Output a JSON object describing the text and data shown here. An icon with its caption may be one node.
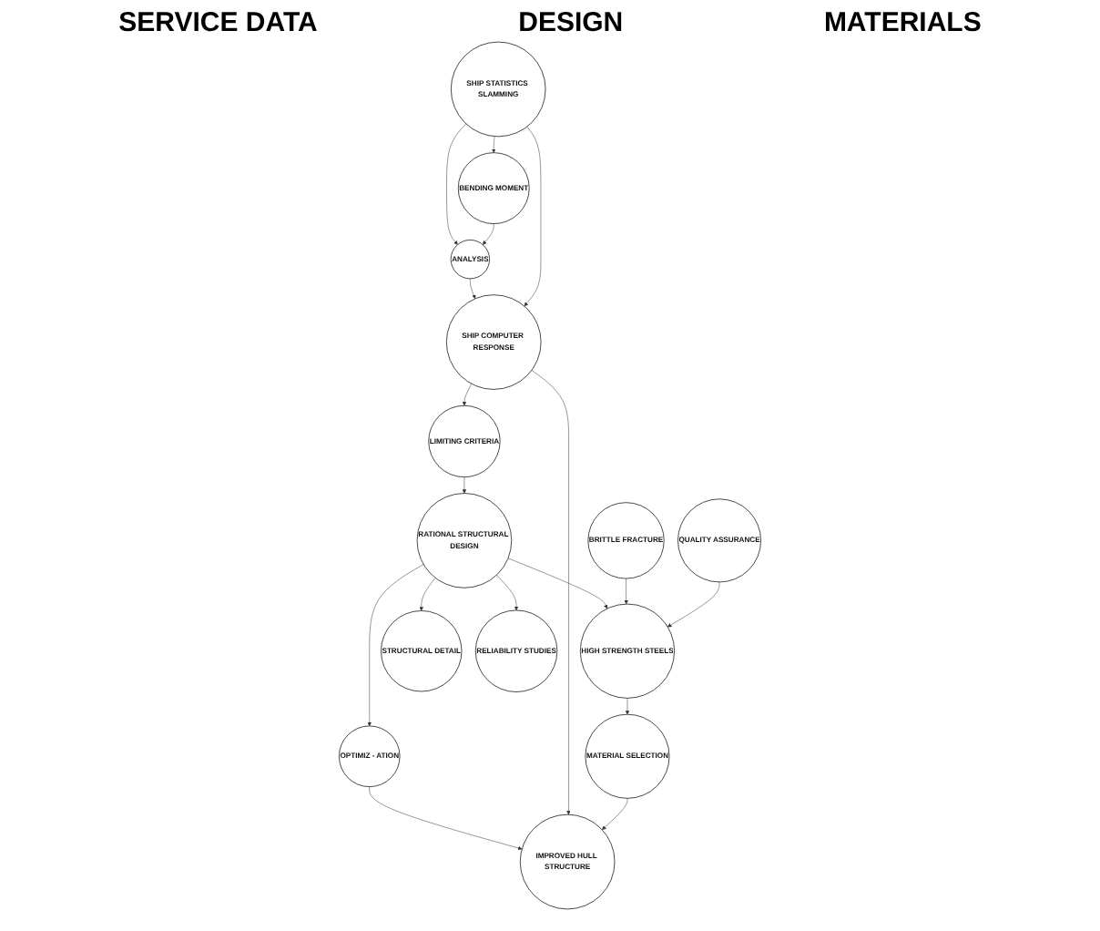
{
  "diagram": {
    "nodes": [
      {
        "text": [
          "SHIP STATISTICS SLAMMING"
        ]
      },
      {
        "text": [
          "BENDING MOMENT"
        ]
      },
      {
        "text": [
          "RATIONAL STRUCTURAL DESIGN"
        ]
      },
      {
        "text": [
          "HIGH STRENGTH STEELS"
        ]
      },
      {
        "text": [
          "BRITTLE FRACTURE"
        ]
      },
      {
        "text": [
          "ANALYSIS"
        ]
      },
      {
        "text": [
          "STRUCTURAL DETAIL"
        ]
      },
      {
        "text": [
          "QUALITY ASSURANCE"
        ]
      },
      {
        "text": [
          "LIMITING CRITERIA"
        ]
      },
      {
        "text": [
          "RELIABILITY STUDIES"
        ]
      },
      {
        "text": [
          "SHIP COMPUTER RESPONSE"
        ]
      },
      {
        "text": [
          "OPTIMIZ - ATION"
        ]
      },
      {
        "text": [
          "MATERIAL SELECTION"
        ]
      },
      {
        "text": [
          "IMPROVED HULL STRUCTURE"
        ]
      }
    ],
    "edges": [
      {
        "from": 0,
        "to": 1,
        "arrow": "to"
      },
      {
        "from": 0,
        "to": 5,
        "arrow": "to"
      },
      {
        "from": 1,
        "to": 5,
        "arrow": "to"
      },
      {
        "from": 5,
        "to": 10,
        "arrow": "to"
      },
      {
        "from": 0,
        "to": 10,
        "arrow": "to"
      },
      {
        "from": 10,
        "to": 8,
        "arrow": "to"
      },
      {
        "from": 8,
        "to": 2,
        "arrow": "to"
      },
      {
        "from": 2,
        "to": 3,
        "arrow": "to"
      },
      {
        "from": 2,
        "to": 6,
        "arrow": "to"
      },
      {
        "from": 2,
        "to": 9,
        "arrow": "to"
      },
      {
        "from": 2,
        "to": 11,
        "arrow": "to"
      },
      {
        "from": 4,
        "to": 3,
        "arrow": "to"
      },
      {
        "from": 7,
        "to": 3,
        "arrow": "to"
      },
      {
        "from": 3,
        "to": 12,
        "arrow": "to"
      },
      {
        "from": 11,
        "to": 13,
        "arrow": "to"
      },
      {
        "from": 10,
        "to": 13,
        "arrow": "to"
      },
      {
        "from": 12,
        "to": 13,
        "arrow": "to"
      }
    ],
    "labels": [
      "SERVICE DATA",
      "DESIGN",
      "MATERIALS"
    ]
  }
}
